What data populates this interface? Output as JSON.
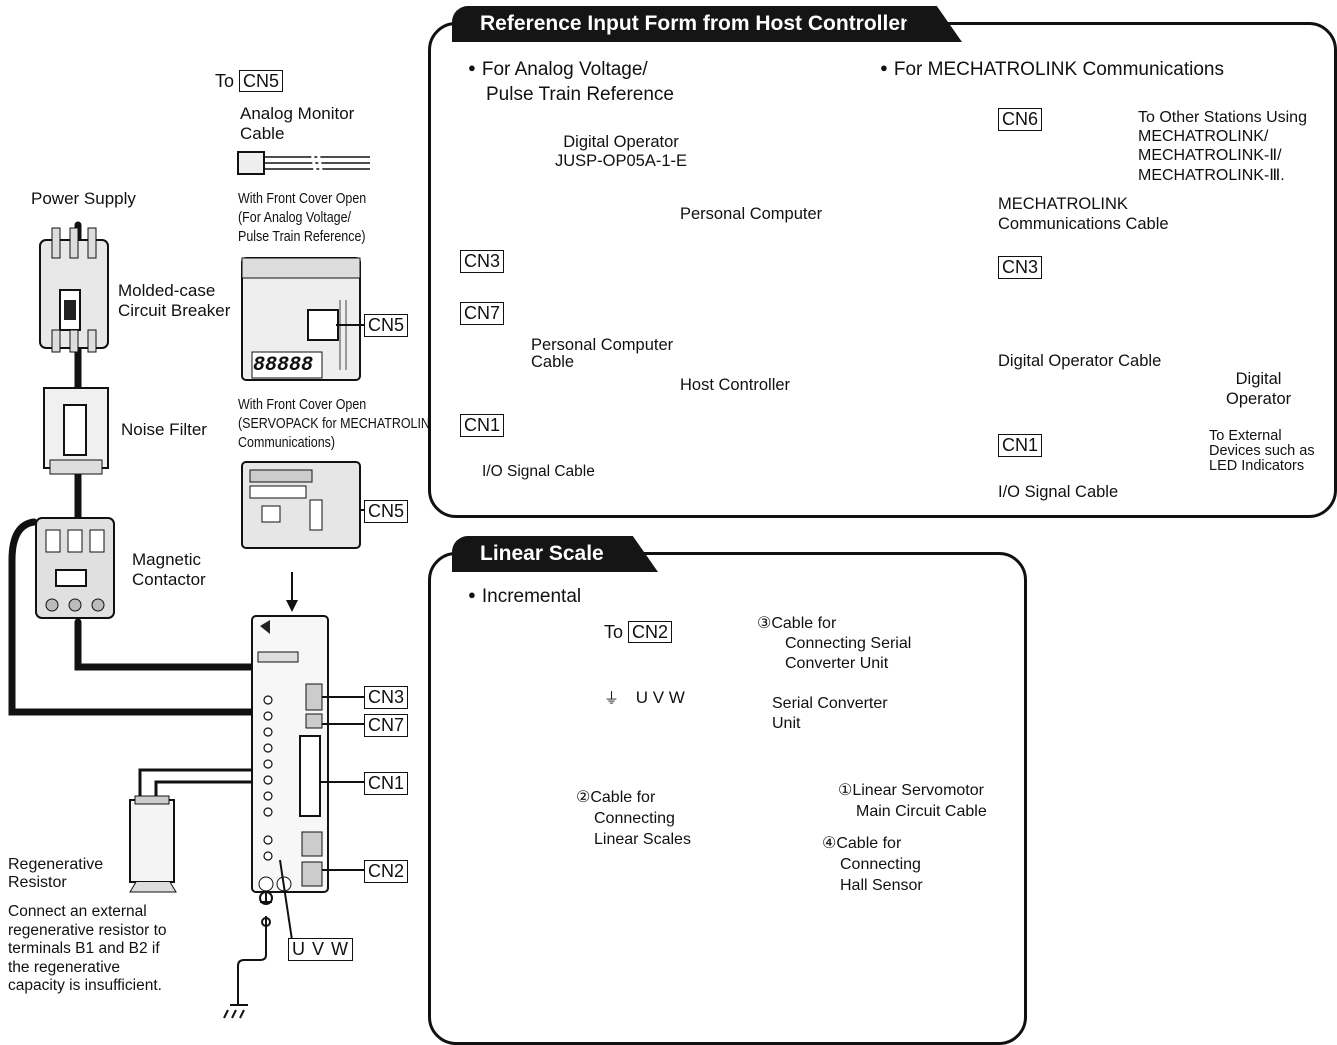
{
  "panels": {
    "reference": {
      "title": "Reference Input Form  from Host Controller"
    },
    "linear": {
      "title": "Linear Scale"
    }
  },
  "left": {
    "cn5_top_prefix": "To",
    "cn5_top": "CN5",
    "analog_monitor_cable": [
      "Analog Monitor",
      "Cable"
    ],
    "power_supply": "Power Supply",
    "breaker": [
      "Molded-case",
      "Circuit Breaker"
    ],
    "noise_filter": "Noise Filter",
    "contactor": [
      "Magnetic",
      "Contactor"
    ],
    "regen_resistor": [
      "Regenerative",
      "Resistor"
    ],
    "regen_note": [
      "Connect an external",
      "regenerative resistor to",
      "terminals B1 and B2 if",
      "the regenerative",
      "capacity is insufficient."
    ],
    "front_cover_analog": [
      "With Front Cover Open",
      "(For Analog Voltage/",
      "Pulse Train Reference)"
    ],
    "front_cover_ml": [
      "With Front Cover Open",
      "(SERVOPACK for MECHATROLINK",
      "Communications)"
    ],
    "cn5_a": "CN5",
    "cn5_b": "CN5",
    "cn3": "CN3",
    "cn7": "CN7",
    "cn1": "CN1",
    "cn2": "CN2",
    "uvw": "U V W",
    "servopack_display": "88888"
  },
  "reference": {
    "analog_heading": [
      "For Analog Voltage/",
      "Pulse Train Reference"
    ],
    "ml_heading": "For MECHATROLINK   Communications",
    "digital_operator": [
      "Digital Operator",
      "JUSP-OP05A-1-E"
    ],
    "personal_computer": "Personal Computer",
    "pc_cable": [
      "Personal Computer",
      "Cable"
    ],
    "host_controller": "Host Controller",
    "io_cable_left": "I/O Signal Cable",
    "cn3_left": "CN3",
    "cn7_left": "CN7",
    "cn1_left": "CN1",
    "cn6": "CN6",
    "other_stations": [
      "To Other Stations Using",
      "MECHATROLINK/",
      "MECHATROLINK-Ⅱ/",
      "MECHATROLINK-Ⅲ."
    ],
    "ml_cable": [
      "MECHATROLINK",
      "Communications Cable"
    ],
    "cn3_right": "CN3",
    "digital_operator_cable": "Digital Operator Cable",
    "digital_operator_right": [
      "Digital",
      "Operator"
    ],
    "cn1_right": "CN1",
    "io_cable_right": "I/O Signal Cable",
    "external_devices": [
      "To External",
      "Devices such as",
      "LED Indicators"
    ]
  },
  "linear": {
    "incremental": "Incremental",
    "to_prefix": "To",
    "cn2": "CN2",
    "cable3": [
      "③Cable for",
      "Connecting Serial",
      "Converter Unit"
    ],
    "ground_uvw": "U V W",
    "serial_unit": [
      "Serial Converter",
      "Unit"
    ],
    "cable1": [
      "①Linear Servomotor",
      "Main Circuit Cable"
    ],
    "cable2": [
      "②Cable for",
      "Connecting",
      "Linear Scales"
    ],
    "cable4": [
      "④Cable for",
      "Connecting",
      "Hall Sensor"
    ]
  }
}
